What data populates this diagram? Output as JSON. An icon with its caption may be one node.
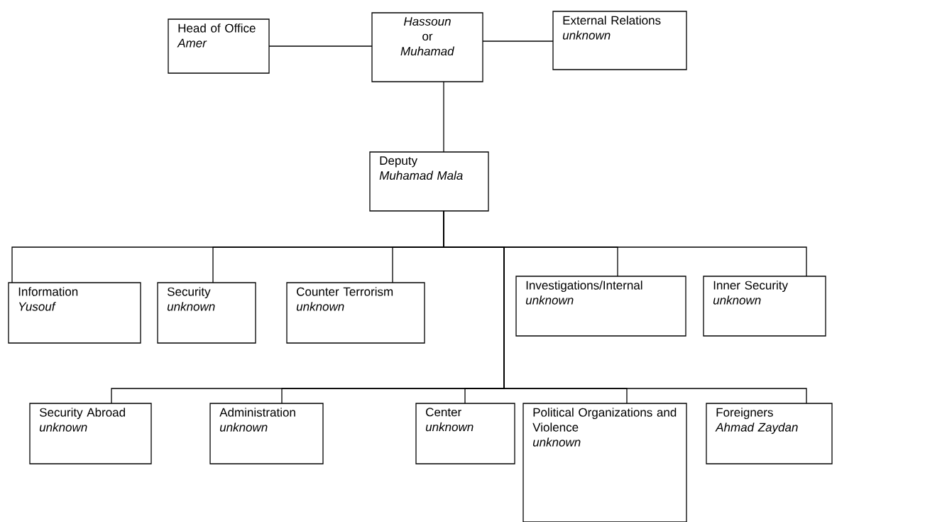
{
  "diagram": {
    "nodes": [
      {
        "text": [
          "Head of Office",
          "Amer"
        ]
      },
      {
        "text": [
          "*Hassoun* or *Muhamad*"
        ]
      },
      {
        "text": [
          "External Relations",
          "unknown"
        ]
      },
      {
        "text": [
          "Deputy",
          "Muhamad Mala"
        ]
      },
      {
        "text": [
          "Information",
          "Yusouf"
        ]
      },
      {
        "text": [
          "Security",
          "unknown"
        ]
      },
      {
        "text": [
          "Counter Terrorism",
          "unknown"
        ]
      },
      {
        "text": [
          "Investigations/Internal",
          "unknown"
        ]
      },
      {
        "text": [
          "Inner Security",
          "unknown"
        ]
      },
      {
        "text": [
          "Security Abroad",
          "unknown"
        ]
      },
      {
        "text": [
          "Administration",
          "unknown"
        ]
      },
      {
        "text": [
          "Center",
          "unknown"
        ]
      },
      {
        "text": [
          "Political Organizations and Violence",
          "unknown"
        ]
      },
      {
        "text": [
          "Foreigners",
          "Ahmad Zaydan"
        ]
      }
    ],
    "edges": [
      {
        "from": 0,
        "to": 1,
        "arrow": "none"
      },
      {
        "from": 1,
        "to": 2,
        "arrow": "none"
      },
      {
        "from": 1,
        "to": 3,
        "arrow": "none"
      },
      {
        "from": 3,
        "to": 4,
        "arrow": "none"
      },
      {
        "from": 3,
        "to": 5,
        "arrow": "none"
      },
      {
        "from": 3,
        "to": 6,
        "arrow": "none"
      },
      {
        "from": 3,
        "to": 7,
        "arrow": "none"
      },
      {
        "from": 3,
        "to": 8,
        "arrow": "none"
      },
      {
        "from": 3,
        "to": 9,
        "arrow": "none"
      },
      {
        "from": 3,
        "to": 10,
        "arrow": "none"
      },
      {
        "from": 3,
        "to": 11,
        "arrow": "none"
      },
      {
        "from": 3,
        "to": 12,
        "arrow": "none"
      },
      {
        "from": 3,
        "to": 13,
        "arrow": "none"
      }
    ]
  }
}
